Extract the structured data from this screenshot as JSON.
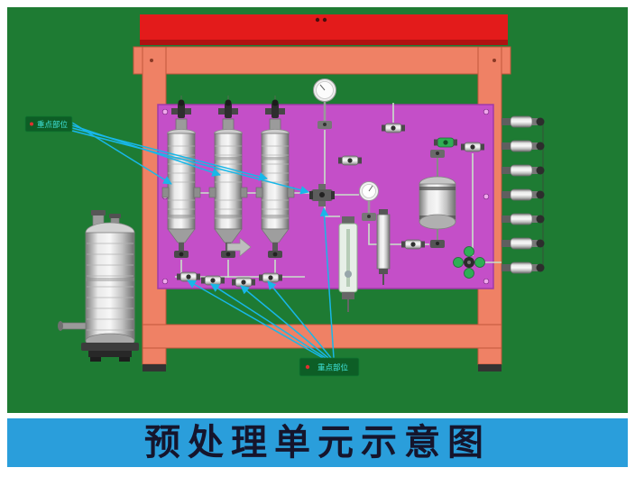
{
  "caption": {
    "title": "预处理单元示意图"
  },
  "labels": {
    "top_left": {
      "text": "重点部位"
    },
    "bottom": {
      "text": "重点部位"
    }
  },
  "colors": {
    "scene_green": "#1e7b33",
    "frame_orange": "#ef8165",
    "frame_orange_dark": "#c2563c",
    "beam_red": "#e31b1b",
    "beam_red_dark": "#b01111",
    "panel_magenta": "#c44fc8",
    "panel_edge": "#9f3aa8",
    "arrow_cyan": "#18b7e8",
    "banner_blue": "#2a9edb",
    "banner_text": "#15152c",
    "label_green": "#0d5e26",
    "label_text": "#3fe3da",
    "pipe_light": "#c9e2c9",
    "valve_green": "#2fae54"
  }
}
